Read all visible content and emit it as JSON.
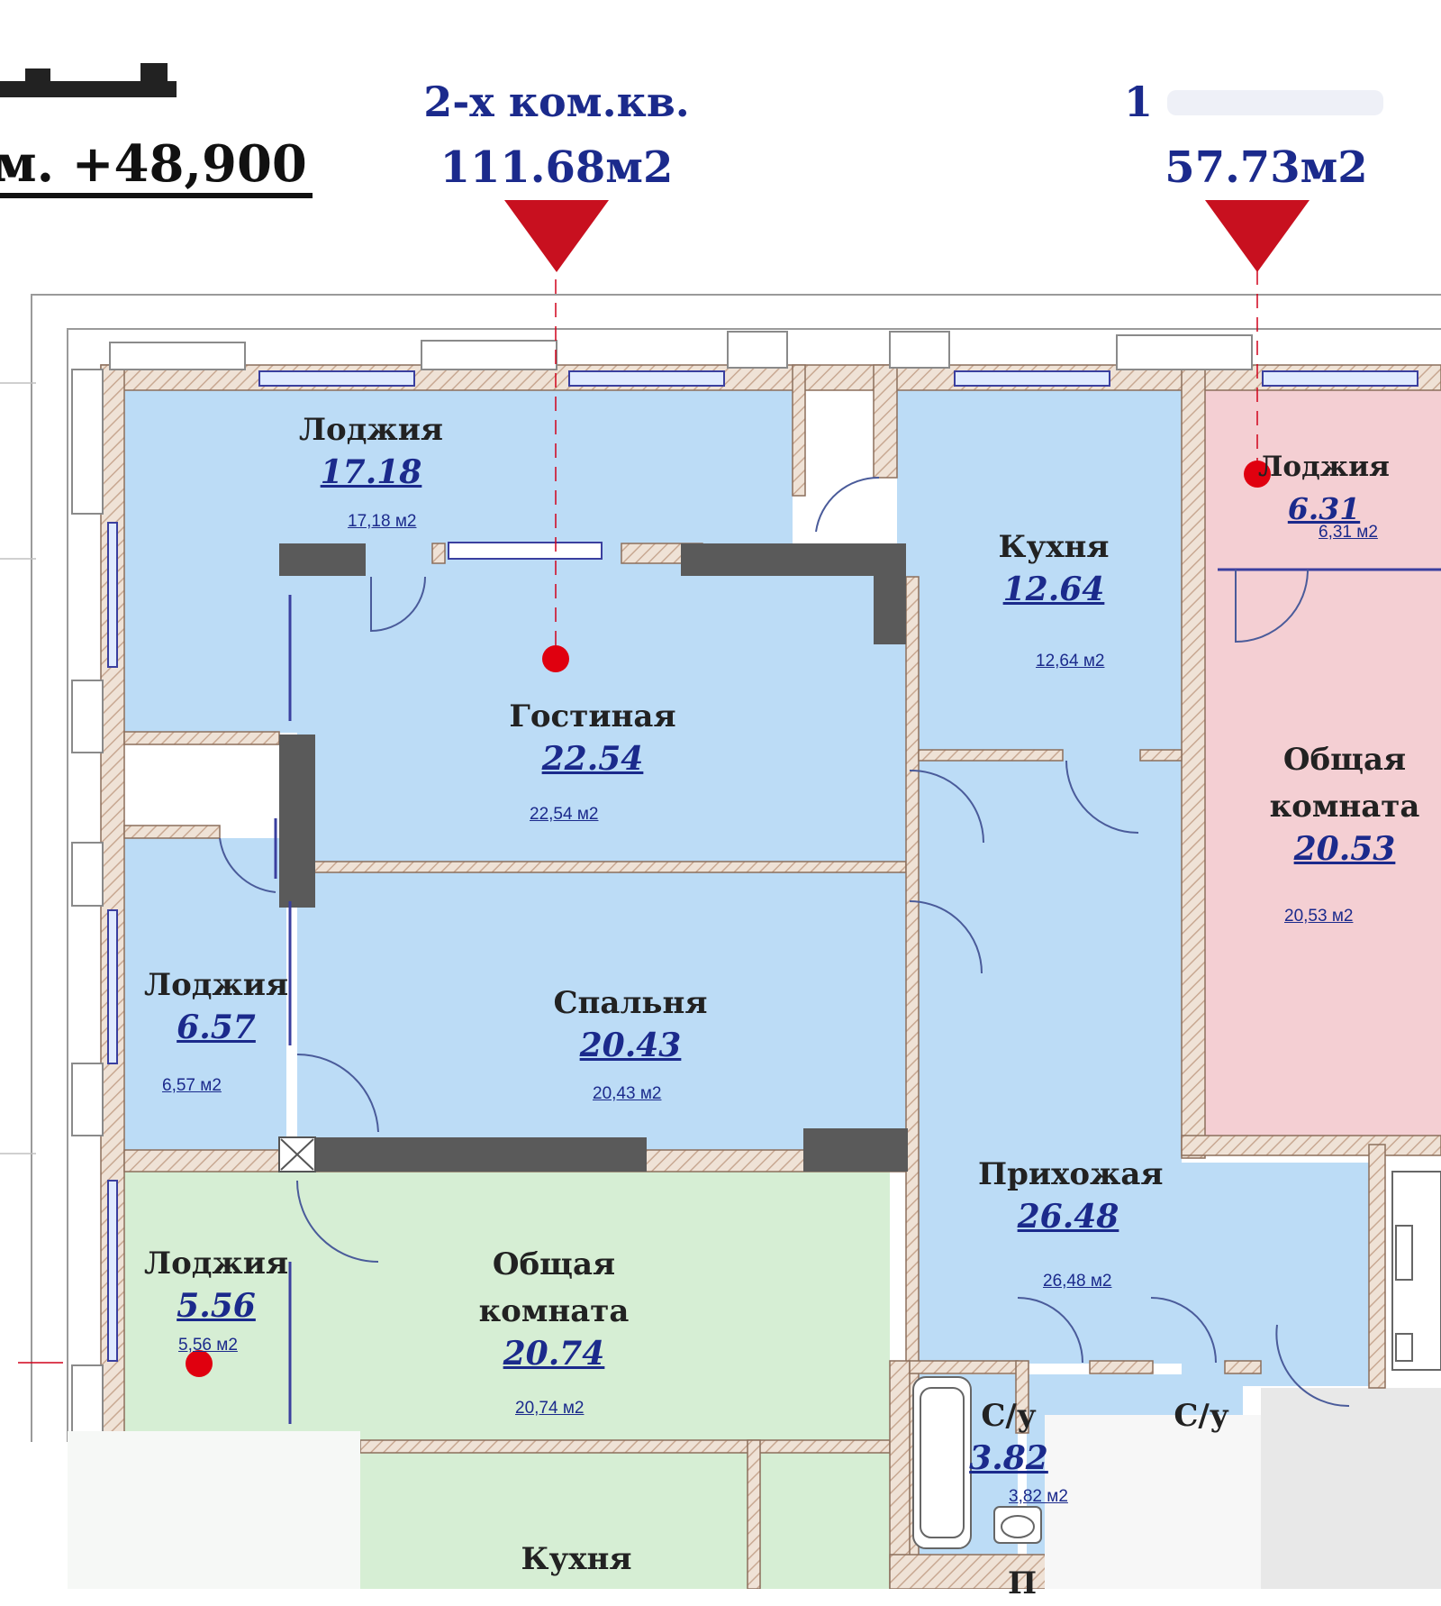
{
  "header": {
    "level_mark": "м. +48,900",
    "apt_left_title": "2-х ком.кв.",
    "apt_left_area": "111.68м2",
    "apt_right_title": "1",
    "apt_right_area": "57.73м2"
  },
  "colors": {
    "room_blue": "#bcdcf6",
    "room_pink": "#f4cfd3",
    "room_green": "#d6eed4",
    "wall_hatch": "#e8d4c4",
    "column": "#5a5a5a",
    "marker_red": "#e0000f",
    "text_blue": "#1b2a8c"
  },
  "rooms": {
    "loggia1": {
      "name": "Лоджия",
      "area": "17.18",
      "small": "17,18 м2"
    },
    "living": {
      "name": "Гостиная",
      "area": "22.54",
      "small": "22,54 м2"
    },
    "kitchen": {
      "name": "Кухня",
      "area": "12.64",
      "small": "12,64 м2"
    },
    "loggia_pink": {
      "name": "Лоджия",
      "area": "6.31",
      "small": "6,31 м2"
    },
    "common_pink": {
      "name1": "Общая",
      "name2": "комната",
      "area": "20.53",
      "small": "20,53 м2"
    },
    "loggia2": {
      "name": "Лоджия",
      "area": "6.57",
      "small": "6,57 м2"
    },
    "bedroom": {
      "name": "Спальня",
      "area": "20.43",
      "small": "20,43 м2"
    },
    "hall": {
      "name": "Прихожая",
      "area": "26.48",
      "small": "26,48 м2"
    },
    "loggia3": {
      "name": "Лоджия",
      "area": "5.56",
      "small": "5,56 м2"
    },
    "common_green": {
      "name1": "Общая",
      "name2": "комната",
      "area": "20.74",
      "small": "20,74 м2"
    },
    "wc1": {
      "name": "С/у",
      "area": "3.82",
      "small": "3,82 м2"
    },
    "wc2": {
      "name": "С/у"
    },
    "kitchen_bottom": {
      "name": "Кухня"
    },
    "cut_label": {
      "name": "П"
    }
  }
}
